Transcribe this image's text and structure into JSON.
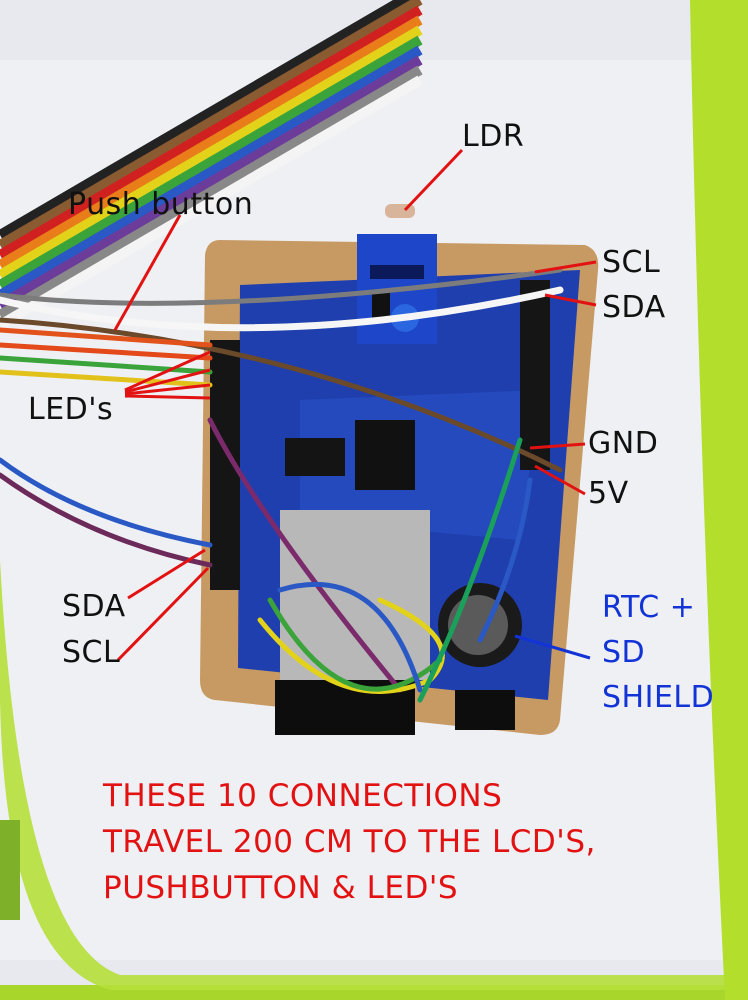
{
  "labels": {
    "ldr": "LDR",
    "push_button": "Push button",
    "scl_top": "SCL",
    "sda_top": "SDA",
    "leds": "LED's",
    "gnd": "GND",
    "five_v": "5V",
    "sda_left": "SDA",
    "scl_left": "SCL",
    "rtc_line1": "RTC +",
    "rtc_line2": "SD",
    "rtc_line3": "SHIELD"
  },
  "caption": {
    "line1": "THESE 10 CONNECTIONS",
    "line2": "TRAVEL 200 CM TO THE LCD'S,",
    "line3": "PUSHBUTTON & LED'S"
  },
  "colors": {
    "annotation_black": "#111111",
    "annotation_blue": "#1233d6",
    "annotation_red": "#e31212",
    "board": "#1f3fae",
    "baseboard": "#c79a63",
    "frame": "#a8d62a"
  }
}
